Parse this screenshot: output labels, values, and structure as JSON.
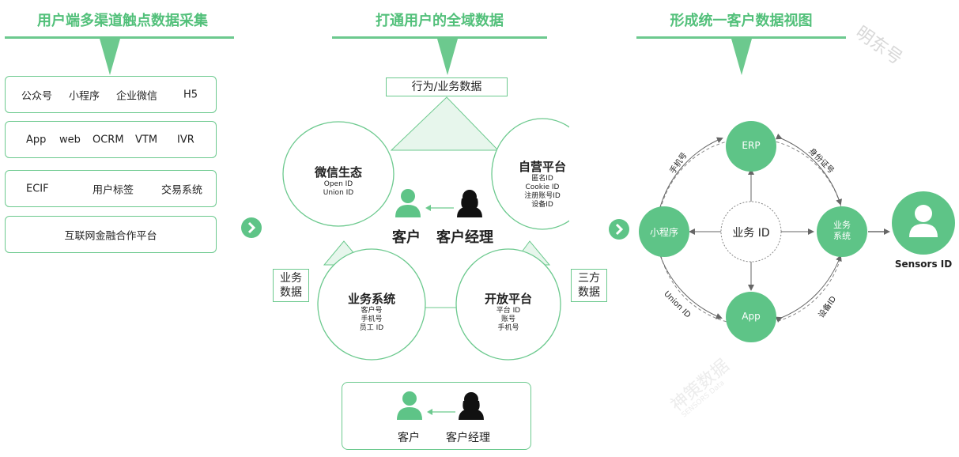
{
  "section1": {
    "title": "用户端多渠道触点数据采集",
    "rows": [
      [
        "公众号",
        "小程序",
        "企业微信",
        "H5"
      ],
      [
        "App",
        "web",
        "OCRM",
        "VTM",
        "IVR"
      ],
      [
        "ECIF",
        "用户标签",
        "交易系统"
      ],
      [
        "互联网金融合作平台"
      ]
    ]
  },
  "section2": {
    "title": "打通用户的全域数据",
    "top_label": "行为/业务数据",
    "left_label": "业务\n数据",
    "right_label": "三方\n数据",
    "circles": {
      "wechat": {
        "title": "微信生态",
        "lines": [
          "Open ID",
          "Union ID"
        ]
      },
      "self": {
        "title": "自营平台",
        "lines": [
          "匿名ID",
          "Cookie ID",
          "注册账号ID",
          "设备ID"
        ]
      },
      "biz": {
        "title": "业务系统",
        "lines": [
          "客户号",
          "手机号",
          "员工 ID"
        ]
      },
      "open": {
        "title": "开放平台",
        "lines": [
          "平台 ID",
          "账号",
          "手机号"
        ]
      }
    },
    "center": {
      "customer": "客户",
      "manager": "客户经理"
    },
    "bottom": {
      "customer": "客户",
      "manager": "客户经理"
    }
  },
  "section3": {
    "title": "形成统一客户数据视图",
    "center": "业务 ID",
    "nodes": {
      "erp": "ERP",
      "mini": "小程序",
      "biz": "业务\n系统",
      "app": "App"
    },
    "arc_labels": {
      "phone": "手机号",
      "idcard": "身份证号",
      "union": "Union ID",
      "device": "设备ID"
    },
    "sensors": "Sensors ID"
  },
  "watermark": "神策数据",
  "watermark_sub": "SENSORS Data",
  "watermark2": "明东号",
  "colors": {
    "green": "#5ec487",
    "light_green": "#e7f6ec",
    "line": "#6cc98e"
  }
}
